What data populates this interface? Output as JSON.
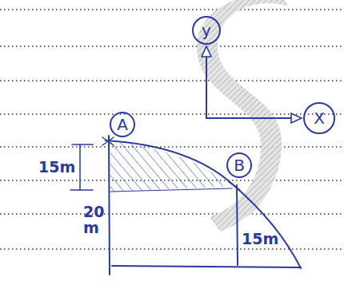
{
  "diagram": {
    "nodes": [
      {
        "text": [
          "y"
        ]
      },
      {
        "text": [
          "X"
        ]
      },
      {
        "text": [
          "A"
        ]
      },
      {
        "text": [
          "B"
        ]
      }
    ],
    "edges": [
      {
        "from": 0,
        "to": 1,
        "arrow": "both"
      }
    ],
    "labels": [
      "15m",
      "20 m",
      "15m"
    ]
  }
}
